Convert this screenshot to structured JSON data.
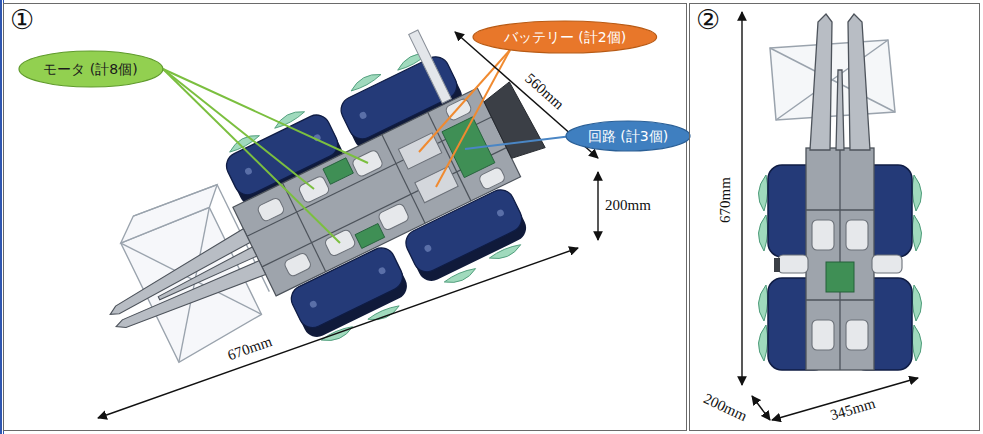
{
  "diagram": {
    "nodes": [
      {
        "text": [
          "①"
        ]
      },
      {
        "text": [
          "②"
        ]
      },
      {
        "text": [
          "モータ (計8個)"
        ],
        "in": 0
      },
      {
        "text": [
          "バッテリー (計2個)"
        ],
        "in": 0
      },
      {
        "text": [
          "回路 (計3個)"
        ],
        "in": 0
      }
    ],
    "labels": [
      "560mm",
      "200mm",
      "670mm",
      "670mm",
      "200mm",
      "345mm"
    ]
  }
}
